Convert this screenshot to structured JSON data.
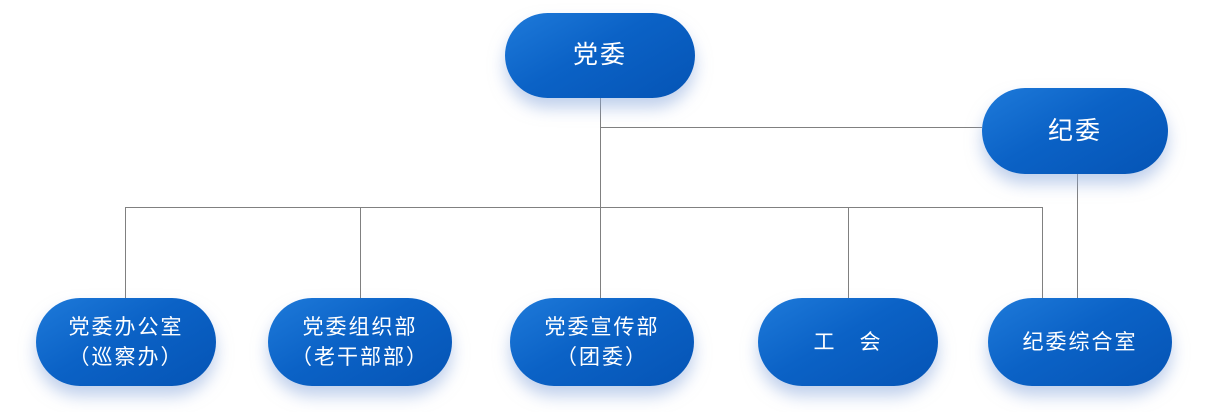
{
  "chart": {
    "type": "org-chart",
    "title": "",
    "colors": {
      "node_fill": "#0b62c6",
      "node_fill_light": "#1e7ada",
      "node_fill_dark": "#0554b5",
      "node_text": "#ffffff",
      "connector": "#808080",
      "glow": "#c9d9f0"
    },
    "nodes": {
      "dangwei": {
        "label": "党委"
      },
      "jiwei": {
        "label": "纪委"
      },
      "dangwei_office": {
        "line1": "党委办公室",
        "line2": "（巡察办）"
      },
      "org_dept": {
        "line1": "党委组织部",
        "line2": "（老干部部）"
      },
      "propaganda_dept": {
        "line1": "党委宣传部",
        "line2": "（团委）"
      },
      "union": {
        "label": "工　会"
      },
      "jiwei_office": {
        "label": "纪委综合室"
      }
    },
    "edges": [
      {
        "from": "党委",
        "to": "纪委"
      },
      {
        "from": "党委",
        "to": "党委办公室（巡察办）"
      },
      {
        "from": "党委",
        "to": "党委组织部（老干部部）"
      },
      {
        "from": "党委",
        "to": "党委宣传部（团委）"
      },
      {
        "from": "党委",
        "to": "工　会"
      },
      {
        "from": "党委",
        "to": "纪委综合室"
      },
      {
        "from": "纪委",
        "to": "纪委综合室"
      }
    ]
  }
}
